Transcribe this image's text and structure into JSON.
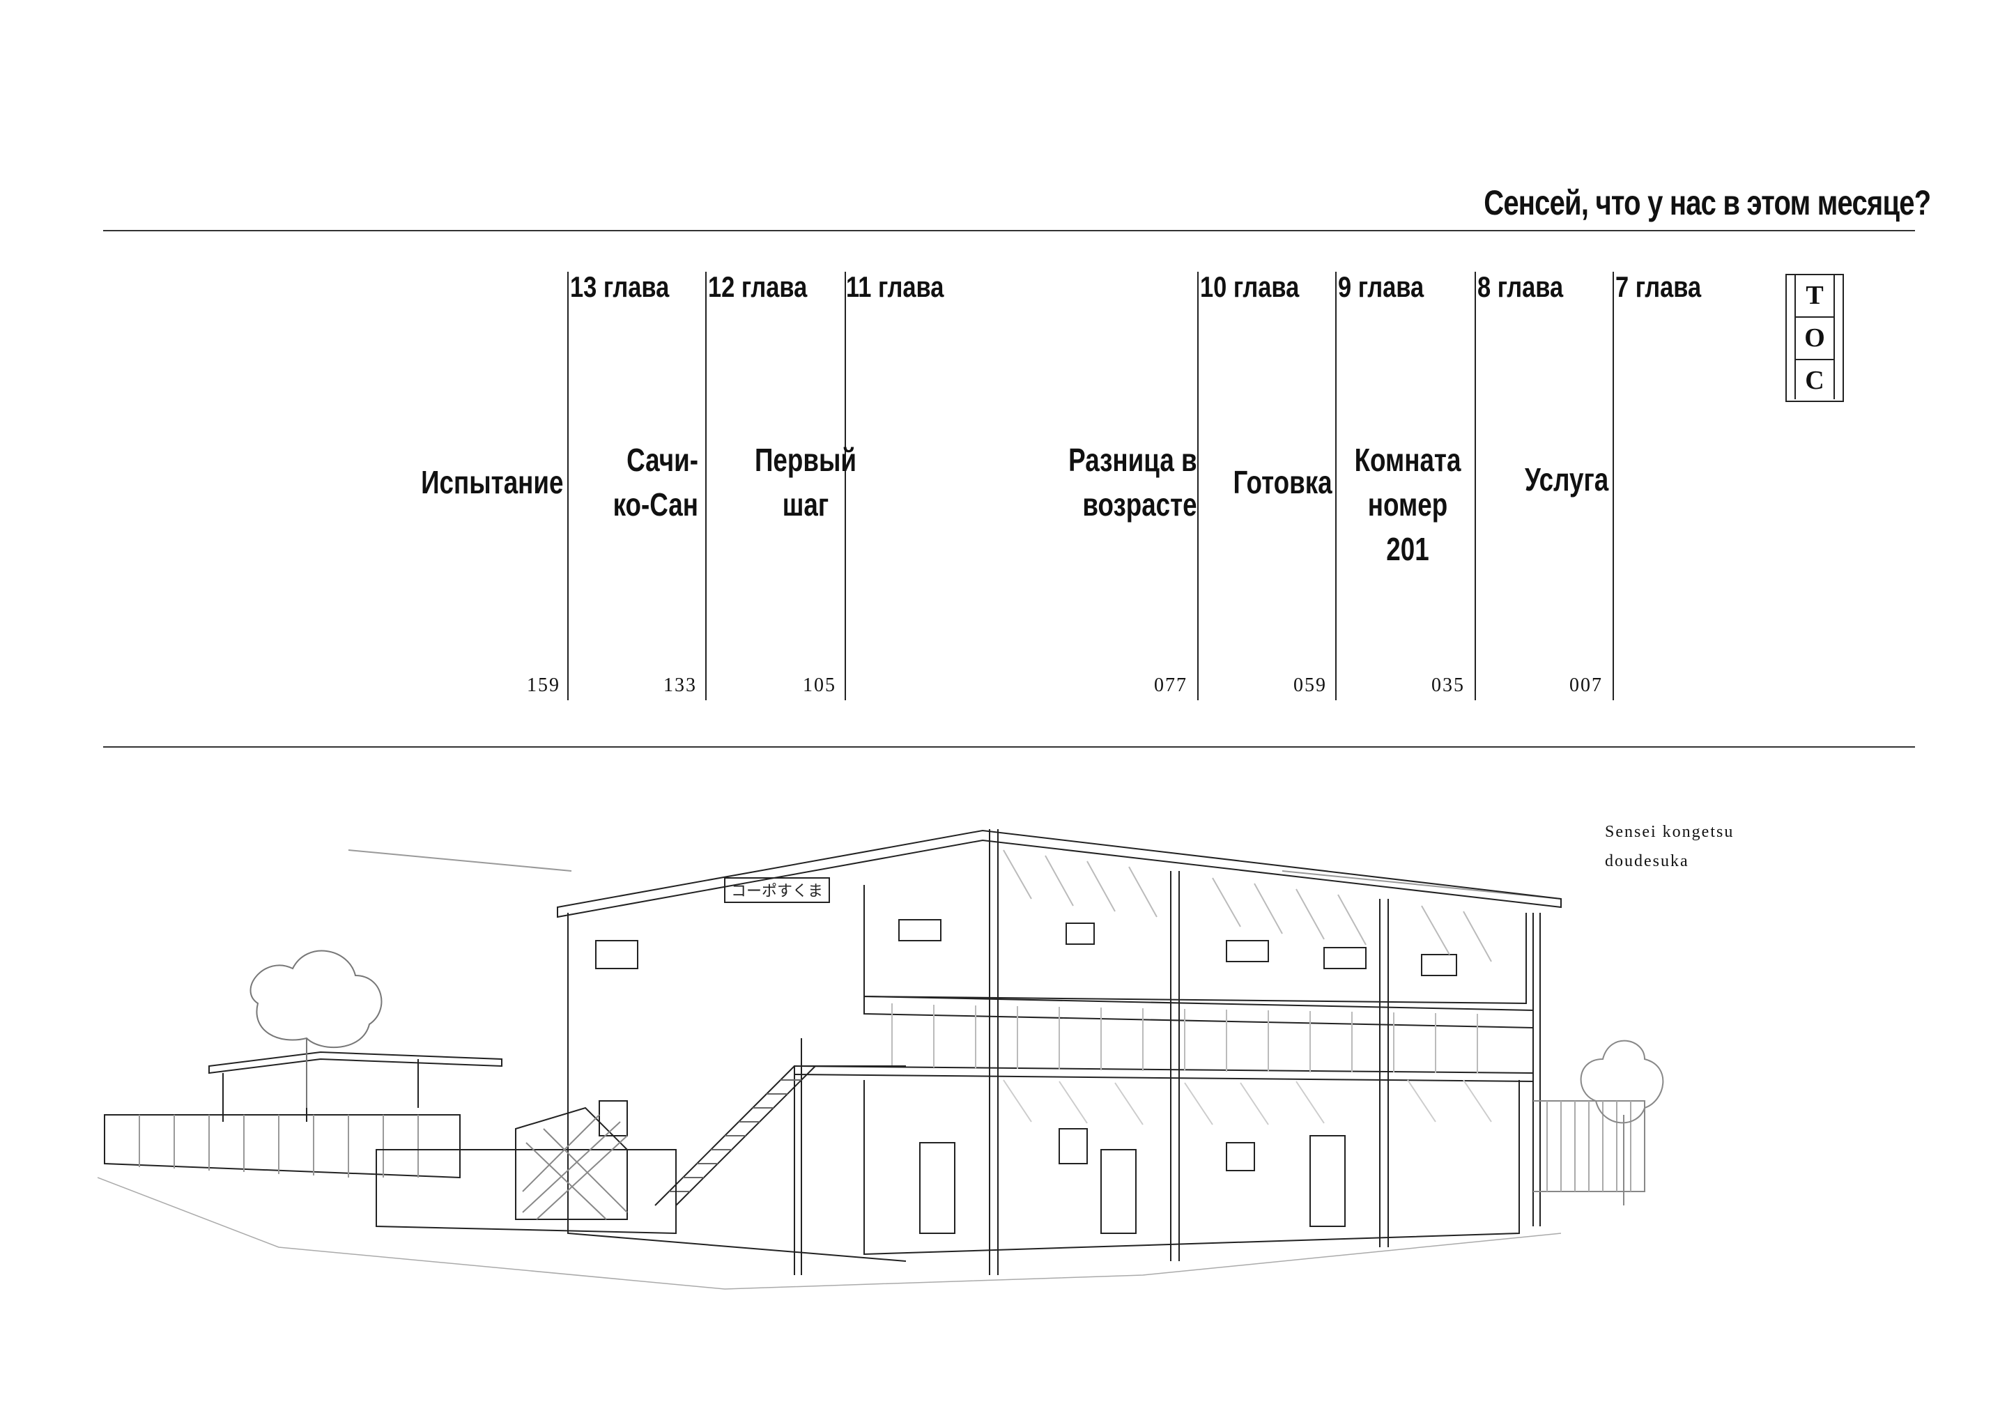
{
  "header": {
    "title": "Сенсей, что у нас в этом месяце?"
  },
  "toc_badge": {
    "letters": [
      "T",
      "O",
      "C"
    ]
  },
  "chapters": [
    {
      "label": "13 глава",
      "title": "Испытание",
      "page": "159"
    },
    {
      "label": "12 глава",
      "title": "Сачи-\nко-Сан",
      "page": "133"
    },
    {
      "label": "11 глава",
      "title": "Первый\nшаг",
      "page": "105"
    },
    {
      "label": "10 глава",
      "title": "Разница в\nвозрасте",
      "page": "077"
    },
    {
      "label": "9 глава",
      "title": "Готовка",
      "page": "059"
    },
    {
      "label": "8 глава",
      "title": "Комната\nномер 201",
      "page": "035"
    },
    {
      "label": "7 глава",
      "title": "Услуга",
      "page": "007"
    }
  ],
  "footer": {
    "subtitle_line1": "Sensei kongetsu",
    "subtitle_line2": "doudesuka"
  },
  "illustration": {
    "sign_text": "コーポすくま"
  }
}
